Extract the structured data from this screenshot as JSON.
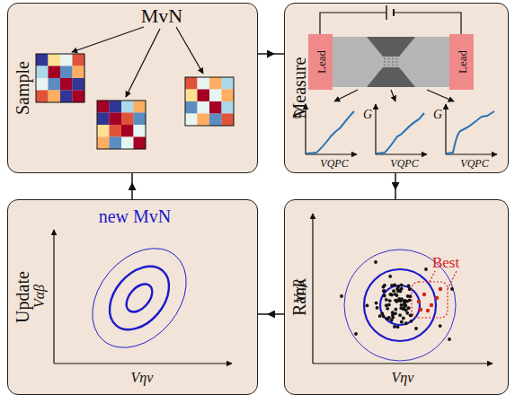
{
  "diagram": {
    "nodes": [
      {
        "text": [
          "Sample"
        ]
      },
      {
        "text": [
          "Measure"
        ]
      },
      {
        "text": [
          "Rank"
        ]
      },
      {
        "text": [
          "Update"
        ]
      }
    ],
    "edges": [
      {
        "from": 0,
        "to": 1,
        "arrow": "to"
      },
      {
        "from": 1,
        "to": 2,
        "arrow": "to"
      },
      {
        "from": 2,
        "to": 3,
        "arrow": "to"
      },
      {
        "from": 3,
        "to": 0,
        "arrow": "to"
      }
    ],
    "labels": [
      "MvN",
      "Lead",
      "Lead",
      "G",
      "VQPC",
      "G",
      "VQPC",
      "G",
      "VQPC",
      "Best",
      "Vαβ",
      "Vην",
      "new MvN",
      "Vαβ",
      "Vην"
    ]
  }
}
